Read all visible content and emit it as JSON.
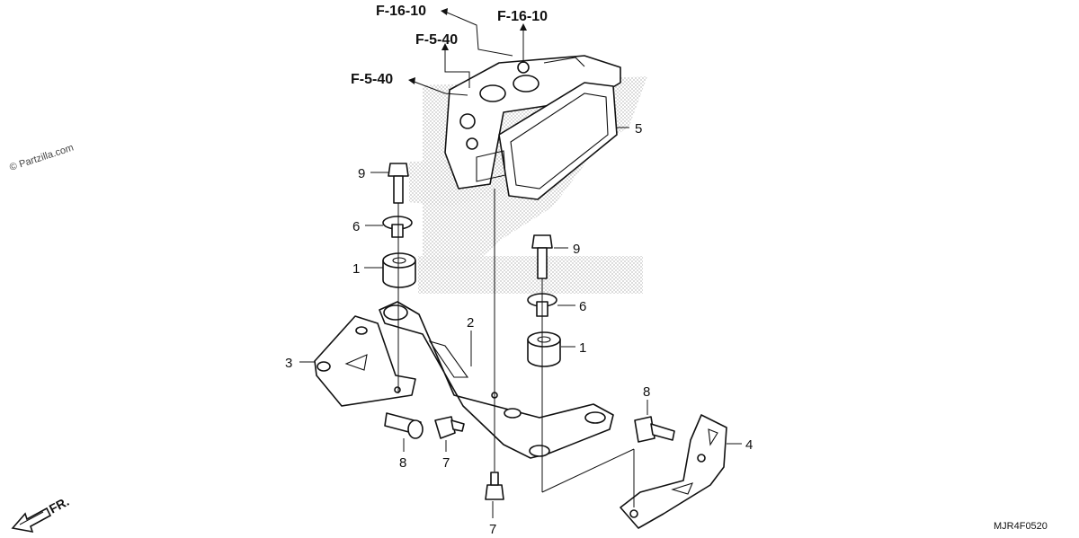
{
  "watermark": "© Partzilla.com",
  "diagram_code": "MJR4F0520",
  "front_label": "FR.",
  "reference_labels": [
    "F-16-10",
    "F-16-10",
    "F-5-40",
    "F-5-40"
  ],
  "callouts": [
    "1",
    "1",
    "2",
    "3",
    "4",
    "5",
    "6",
    "6",
    "7",
    "7",
    "8",
    "8",
    "9",
    "9"
  ],
  "colors": {
    "ink": "#111111",
    "hatch": "#c8c8c8"
  }
}
